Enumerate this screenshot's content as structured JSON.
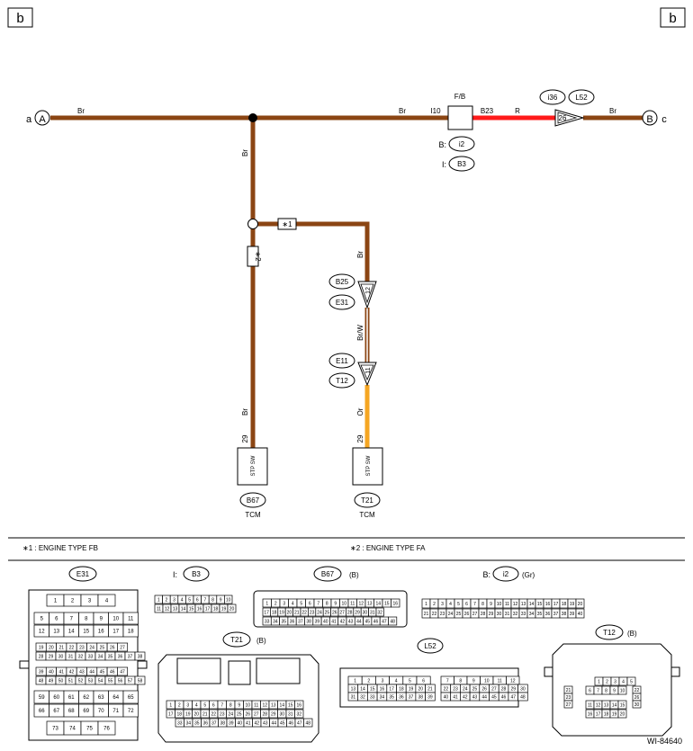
{
  "page_markers": {
    "left": "b",
    "right": "b"
  },
  "terminals": {
    "a_letter": "a",
    "a_node": "A",
    "c_letter": "c",
    "c_node": "B"
  },
  "wire_colors": {
    "main_left": "Br",
    "main_right": "Br",
    "after_fb": "R",
    "fb_out": "B23",
    "to_c": "Br",
    "branch_down": "Br",
    "branch_right": "Br",
    "stp_left": "Br",
    "mid_right": "Br/W",
    "bottom_right": "Or",
    "pin_i10": "I10"
  },
  "colors": {
    "brown": "#8B4513",
    "red": "#FF1A1A",
    "orange": "#F5A623",
    "white_stripe": "#FFFFFF"
  },
  "fuse_box": {
    "label": "F/B",
    "ref1_prefix": "B:",
    "ref1": "i2",
    "ref2_prefix": "I:",
    "ref2": "B3"
  },
  "connector_i36": {
    "ref1": "i36",
    "ref2": "L52",
    "pin": "26"
  },
  "notes_ref": {
    "star1": "∗1",
    "star2": "∗2"
  },
  "upper_conn": {
    "ref1": "B25",
    "ref2": "E31",
    "pin": "12"
  },
  "lower_conn": {
    "ref1": "E11",
    "ref2": "T12",
    "pin": "11"
  },
  "tcm_left": {
    "pin": "29",
    "label": "STP SW",
    "ref": "B67",
    "name": "TCM"
  },
  "tcm_right": {
    "pin": "29",
    "label": "STP SW",
    "ref": "T21",
    "name": "TCM"
  },
  "legend": {
    "star1": "∗1  : ENGINE TYPE FB",
    "star2": "∗2  : ENGINE TYPE FA"
  },
  "connectors": {
    "e31": {
      "ref": "E31"
    },
    "b3": {
      "prefix": "I:",
      "ref": "B3"
    },
    "b67": {
      "ref": "B67",
      "suffix": "(B)"
    },
    "i2": {
      "prefix": "B:",
      "ref": "i2",
      "suffix": "(Gr)"
    },
    "t21": {
      "ref": "T21",
      "suffix": "(B)"
    },
    "l52": {
      "ref": "L52"
    },
    "t12": {
      "ref": "T12",
      "suffix": "(B)"
    }
  },
  "drawing_id": "WI-84640"
}
